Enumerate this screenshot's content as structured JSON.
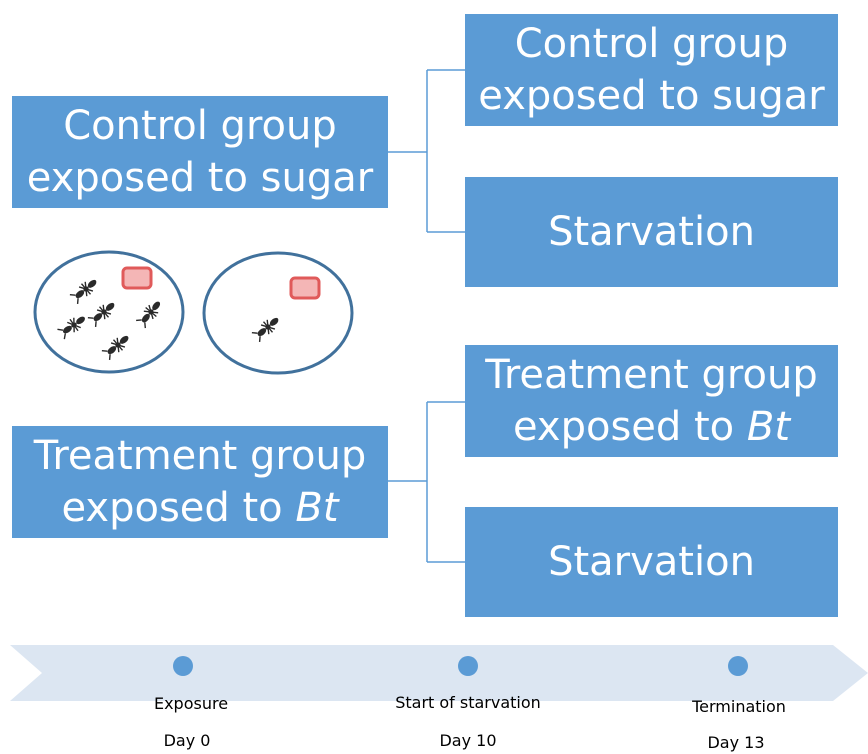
{
  "boxes": {
    "control_main": {
      "line1": "Control group",
      "line2": "exposed to sugar"
    },
    "treatment_main": {
      "line1": "Treatment group",
      "line2_prefix": "exposed to ",
      "line2_italic": "Bt"
    },
    "control_sub": {
      "line1": "Control group",
      "line2": "exposed to sugar"
    },
    "control_starvation": "Starvation",
    "treatment_sub": {
      "line1": "Treatment group",
      "line2_prefix": "exposed to ",
      "line2_italic": "Bt"
    },
    "treatment_starvation": "Starvation"
  },
  "timeline": {
    "points": [
      {
        "event": "Exposure",
        "day": "Day 0"
      },
      {
        "event": "Start of starvation",
        "day": "Day 10"
      },
      {
        "event": "Termination",
        "day": "Day 13"
      }
    ]
  },
  "colors": {
    "box": "#5b9bd5",
    "timeline_arrow": "#dce6f2",
    "dot": "#5b9bd5",
    "connector": "#5b9bd5",
    "dish_stroke": "#41719c",
    "sugar_fill": "#f4b6b6",
    "sugar_stroke": "#e05a5a",
    "ant": "#2a2a2a"
  },
  "dishes": [
    {
      "name": "dish-many-ants",
      "ant_count": 5
    },
    {
      "name": "dish-one-ant",
      "ant_count": 1
    }
  ]
}
